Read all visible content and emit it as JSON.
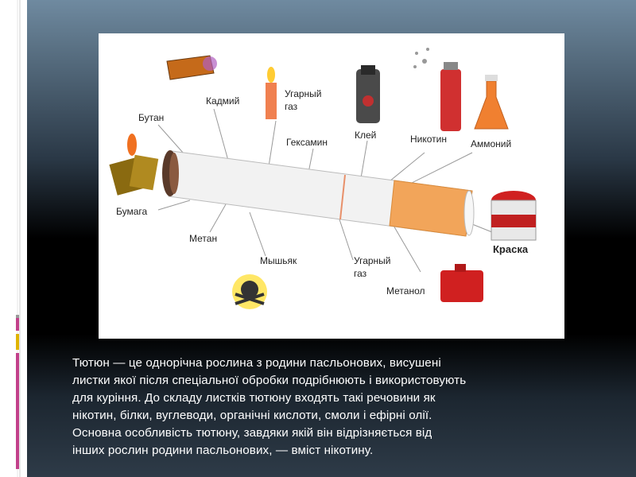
{
  "slide": {
    "labels": {
      "kadmiy": "Кадмий",
      "ugarny_gaz_1a": "Угарный",
      "ugarny_gaz_1b": "газ",
      "butan": "Бутан",
      "kley": "Клей",
      "geksamin": "Гексамин",
      "nikotin": "Никотин",
      "ammoniy": "Аммоний",
      "bumaga": "Бумага",
      "metan": "Метан",
      "mysh": "Мышьяк",
      "ugarny_gaz_2a": "Угарный",
      "ugarny_gaz_2b": "газ",
      "metanol": "Метанол",
      "kraska": "Краска"
    },
    "caption_lines": [
      "Тютюн — це однорічна рослина з родини пасльонових, висушені",
      "листки якої після спеціальної обробки подрібнюють і використовують",
      "для куріння. До складу листків тютюну входять такі речовини як",
      "нікотин, білки, вуглеводи, органічні кислоти, смоли і ефірні олії.",
      "Основна особливість тютюну, завдяки якій він відрізняється від",
      "інших рослин родини пасльонових, — вміст нікотину."
    ]
  }
}
